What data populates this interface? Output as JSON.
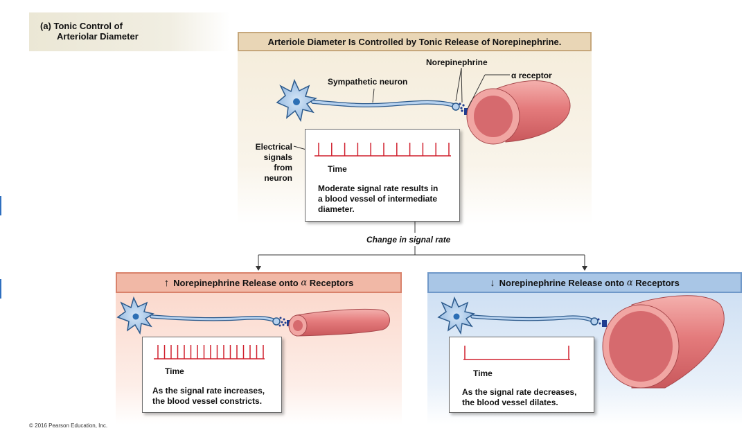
{
  "figure_label": {
    "part": "(a)",
    "title_line1": "Tonic Control of",
    "title_line2": "Arteriolar Diameter"
  },
  "top_panel": {
    "title": "Arteriole Diameter Is Controlled by Tonic Release of Norepinephrine.",
    "labels": {
      "neuron": "Sympathetic neuron",
      "neurotransmitter": "Norepinephrine",
      "receptor": "α receptor",
      "signals_line1": "Electrical",
      "signals_line2": "signals",
      "signals_line3": "from",
      "signals_line4": "neuron",
      "time": "Time",
      "caption": "Moderate signal rate results in\na blood vessel of intermediate\ndiameter."
    }
  },
  "change_label": "Change in signal rate",
  "left_panel": {
    "arrow": "↑",
    "title_prefix": "Norepinephrine Release onto",
    "title_alpha": "α",
    "title_suffix": "Receptors",
    "time": "Time",
    "caption": "As the signal rate increases,\nthe blood vessel constricts."
  },
  "right_panel": {
    "arrow": "↓",
    "title_prefix": "Norepinephrine Release onto",
    "title_alpha": "α",
    "title_suffix": "Receptors",
    "time": "Time",
    "caption": "As the signal rate decreases,\nthe blood vessel dilates."
  },
  "copyright": "© 2016 Pearson Education, Inc.",
  "colors": {
    "signal": "#d0202e",
    "neuron": "#a8c8ec",
    "neuron_outline": "#2c5a8c",
    "vessel": "#e57f7f",
    "receptor": "#1f3d8f"
  },
  "spike_counts": {
    "moderate": 11,
    "increased": 17,
    "decreased": 2
  }
}
